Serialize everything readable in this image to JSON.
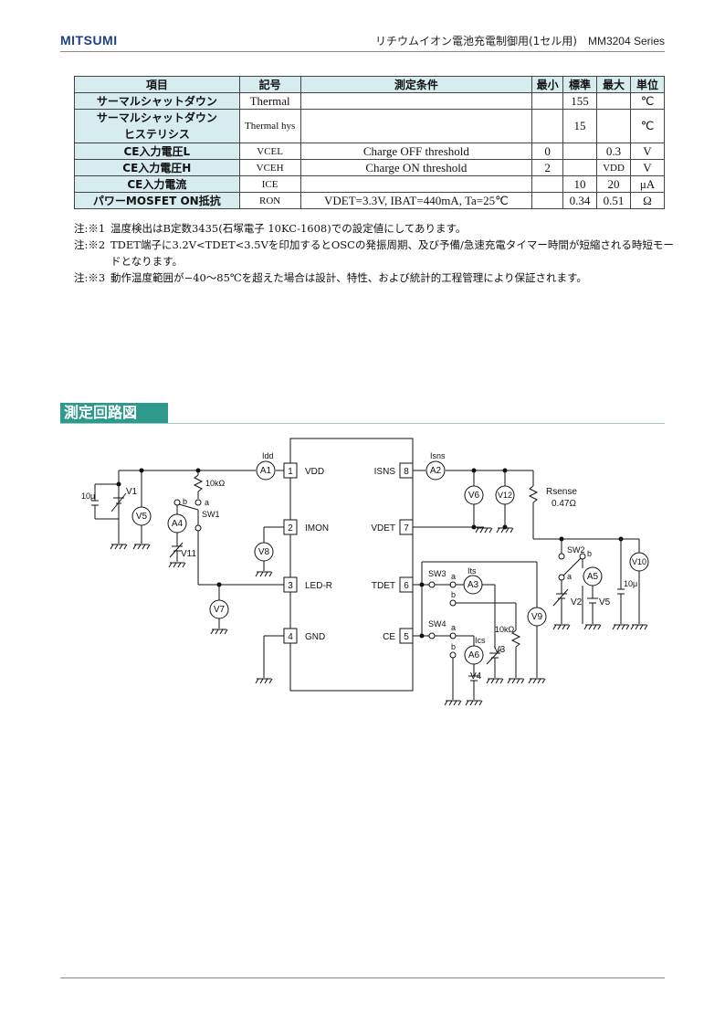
{
  "header": {
    "logo": "MITSUMI",
    "title": "リチウムイオン電池充電制御用(1セル用)",
    "series": "MM3204 Series"
  },
  "table": {
    "headers": [
      "項目",
      "記号",
      "測定条件",
      "最小",
      "標準",
      "最大",
      "単位"
    ],
    "rows": [
      {
        "item": "サーマルシャットダウン",
        "symbol": "Thermal",
        "condition": "",
        "min": "",
        "typ": "155",
        "max": "",
        "unit": "℃"
      },
      {
        "item1": "サーマルシャットダウン",
        "item2": "ヒステリシス",
        "symbol": "Thermal hys",
        "condition": "",
        "min": "",
        "typ": "15",
        "max": "",
        "unit": "℃"
      },
      {
        "item": "CE入力電圧L",
        "symbol": "VCEL",
        "condition": "Charge OFF threshold",
        "min": "0",
        "typ": "",
        "max": "0.3",
        "unit": "V"
      },
      {
        "item": "CE入力電圧H",
        "symbol": "VCEH",
        "condition": "Charge ON threshold",
        "min": "2",
        "typ": "",
        "max": "VDD",
        "unit": "V"
      },
      {
        "item": "CE入力電流",
        "symbol": "ICE",
        "condition": "",
        "min": "",
        "typ": "10",
        "max": "20",
        "unit": "μA"
      },
      {
        "item": "パワーMOSFET ON抵抗",
        "symbol": "RON",
        "condition": "VDET=3.3V, IBAT=440mA, Ta=25℃",
        "min": "",
        "typ": "0.34",
        "max": "0.51",
        "unit": "Ω"
      }
    ]
  },
  "notes": [
    {
      "tag": "注:※1",
      "text": "温度検出はB定数3435(石塚電子 10KC-1608)での設定値にしてあります。"
    },
    {
      "tag": "注:※2",
      "text": "TDET端子に3.2V<TDET<3.5Vを印加するとOSCの発振周期、及び予備/急速充電タイマー時間が短縮される時短モードとなります。"
    },
    {
      "tag": "注:※3",
      "text": "動作温度範囲が−40〜85℃を超えた場合は設計、特性、および統計的工程管理により保証されます。"
    }
  ],
  "section_title": "測定回路図",
  "circuit": {
    "pins_left": [
      {
        "num": "1",
        "name": "VDD"
      },
      {
        "num": "2",
        "name": "IMON"
      },
      {
        "num": "3",
        "name": "LED-R"
      },
      {
        "num": "4",
        "name": "GND"
      }
    ],
    "pins_right": [
      {
        "num": "8",
        "name": "ISNS"
      },
      {
        "num": "7",
        "name": "VDET"
      },
      {
        "num": "6",
        "name": "TDET"
      },
      {
        "num": "5",
        "name": "CE"
      }
    ],
    "meters": {
      "a1": "A1",
      "a2": "A2",
      "a3": "A3",
      "a4": "A4",
      "a5": "A5",
      "a6": "A6",
      "v5": "V5",
      "v6": "V6",
      "v7": "V7",
      "v8": "V8",
      "v9": "V9",
      "v10": "V10",
      "v12": "V12"
    },
    "sources": {
      "v1": "V1",
      "v2": "V2",
      "v3": "V3",
      "v4": "V4",
      "v11": "V11"
    },
    "labels": {
      "idd": "Idd",
      "isns": "Isns",
      "its": "Its",
      "ics": "Ics",
      "r1": "10kΩ",
      "r2": "10kΩ",
      "rsense": "Rsense",
      "rsense_val": "0.47Ω",
      "c1": "10μ",
      "c2": "10μ",
      "sw1": "SW1",
      "sw2": "SW2",
      "sw3": "SW3",
      "sw4": "SW4",
      "a": "a",
      "b": "b"
    }
  },
  "colors": {
    "logo": "#1d3f8c",
    "table_head": "#d6ecef",
    "section": "#2e9a8e"
  }
}
